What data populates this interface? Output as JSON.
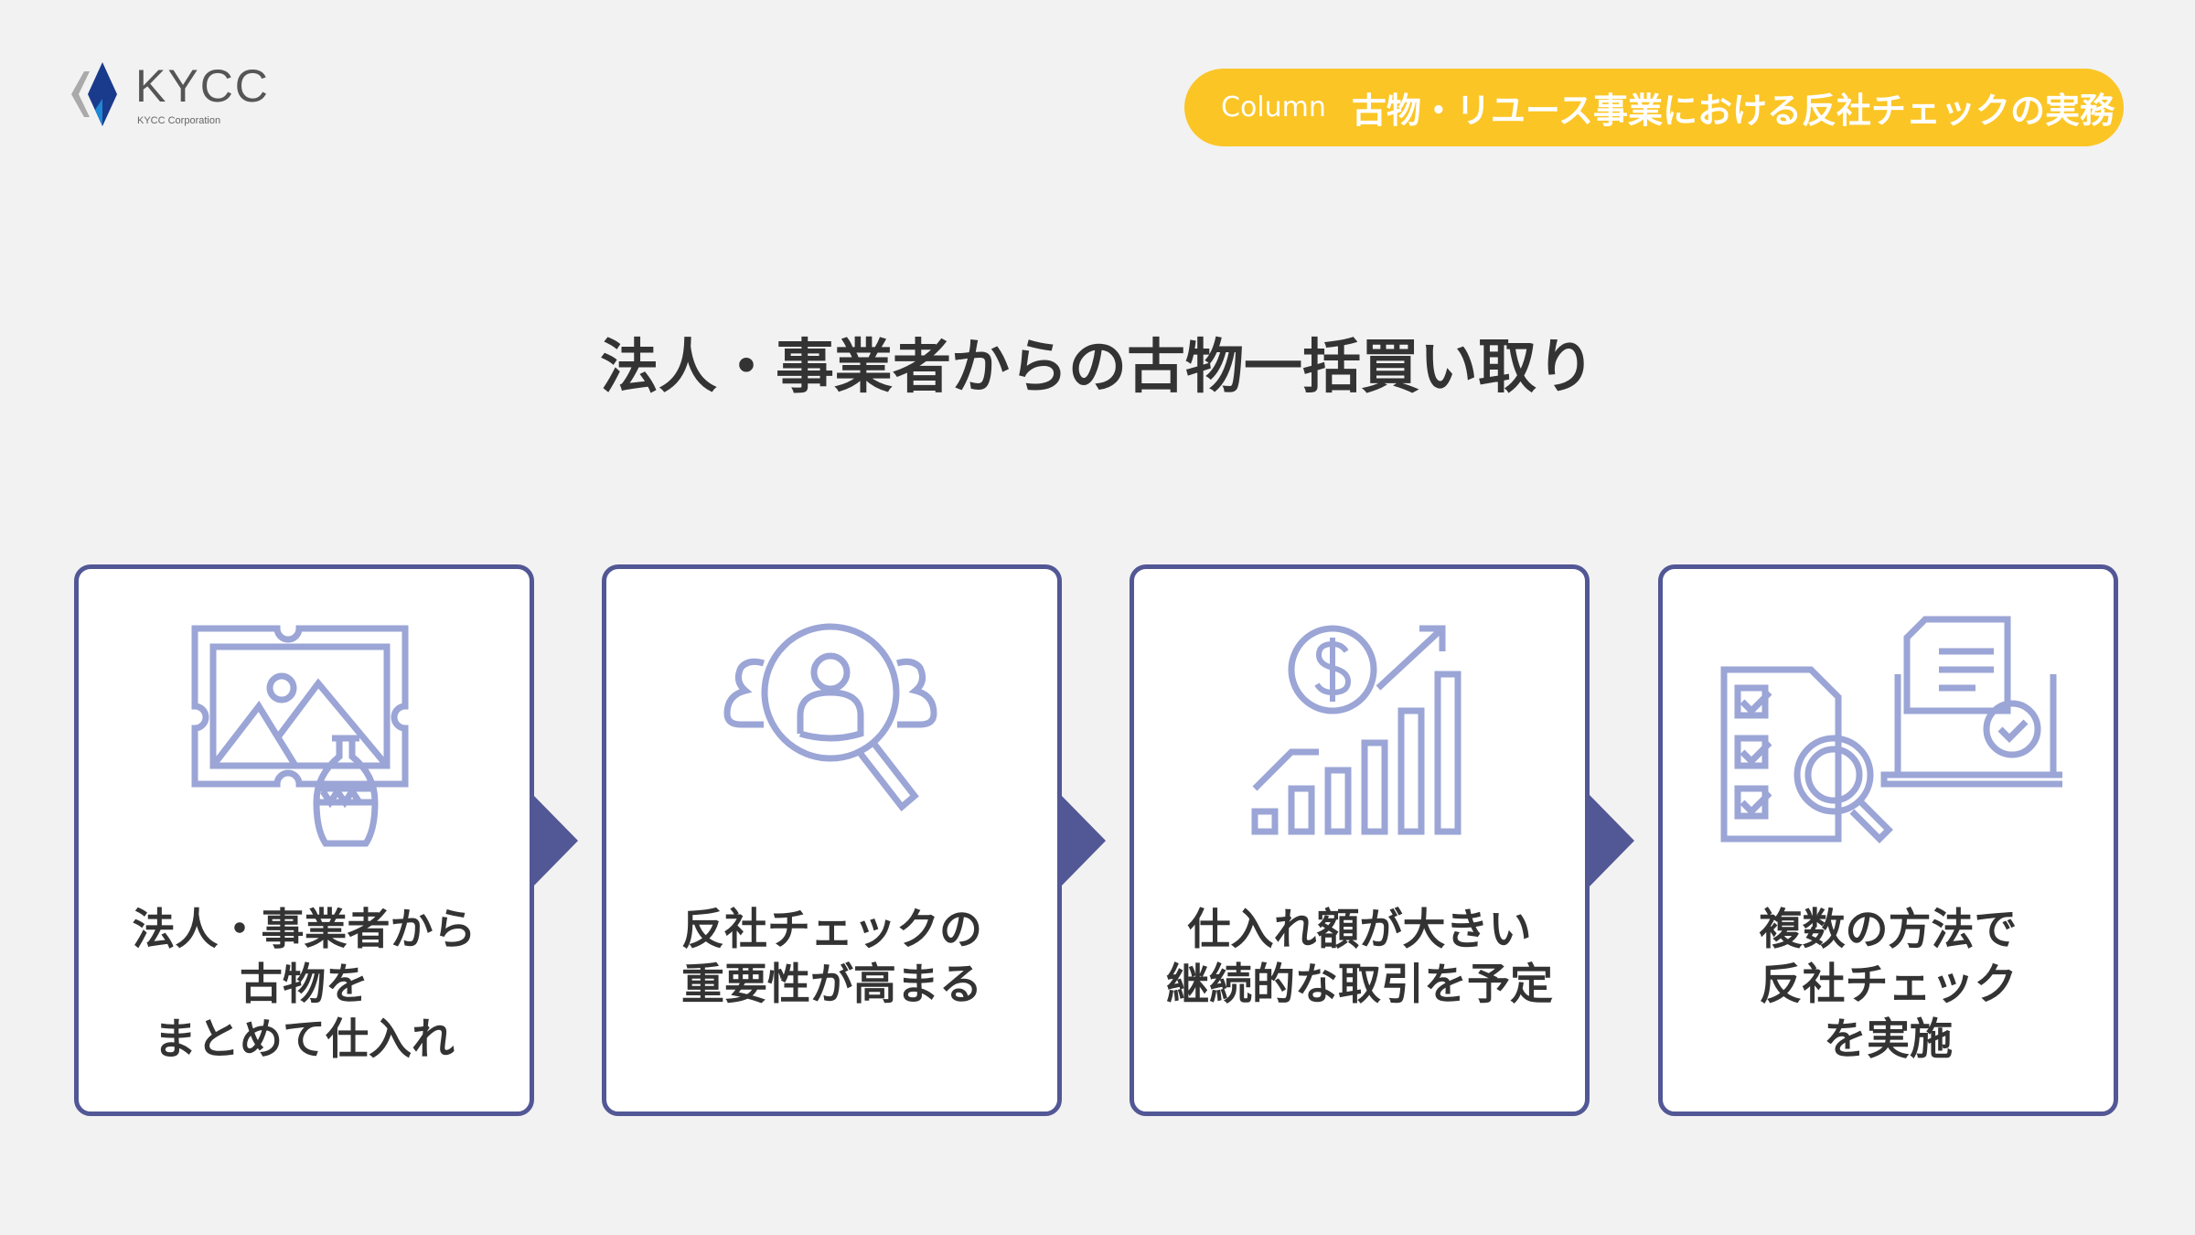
{
  "logo": {
    "text": "KYCC",
    "sub": "KYCC Corporation"
  },
  "header": {
    "column_label": "Column",
    "title": "古物・リユース事業における反社チェックの実務"
  },
  "heading": "法人・事業者からの古物一括買い取り",
  "colors": {
    "accent": "#FBC526",
    "border": "#525795",
    "icon": "#9BA5D6"
  },
  "steps": [
    {
      "icon": "framed-picture-vase-icon",
      "lines": [
        "法人・事業者から",
        "古物を",
        "まとめて仕入れ"
      ]
    },
    {
      "icon": "people-search-icon",
      "lines": [
        "反社チェックの",
        "重要性が高まる"
      ]
    },
    {
      "icon": "growth-chart-dollar-icon",
      "lines": [
        "仕入れ額が大きい",
        "継続的な取引を予定"
      ]
    },
    {
      "icon": "checklist-document-laptop-icon",
      "lines": [
        "複数の方法で",
        "反社チェック",
        "を実施"
      ]
    }
  ]
}
